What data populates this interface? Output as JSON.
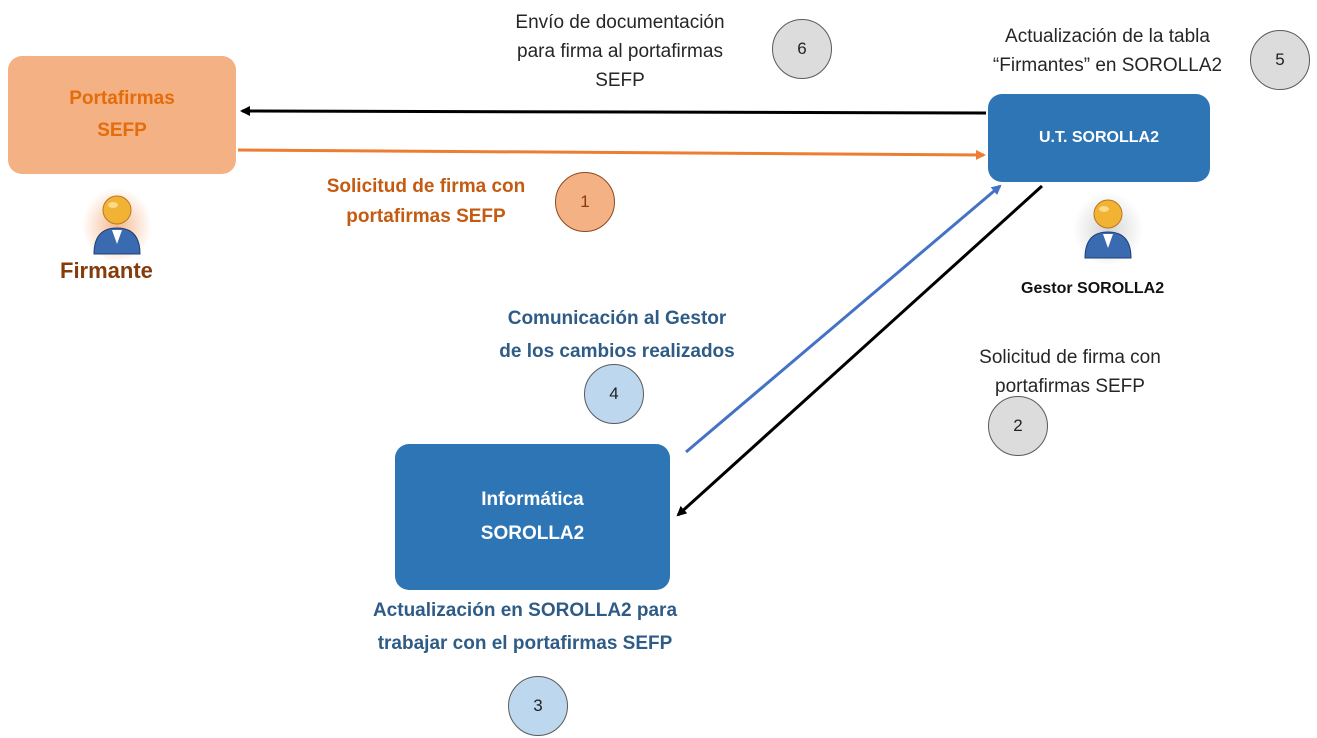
{
  "nodes": {
    "portafirmas": {
      "line1": "Portafirmas",
      "line2": "SEFP"
    },
    "ut_sorolla": {
      "label": "U.T. SOROLLA2"
    },
    "informatica": {
      "line1": "Informática",
      "line2": "SOROLLA2"
    }
  },
  "actors": {
    "firmante": "Firmante",
    "gestor": "Gestor SOROLLA2"
  },
  "steps": [
    {
      "number": "1",
      "lines": [
        "Solicitud de firma con",
        "portafirmas SEFP"
      ]
    },
    {
      "number": "2",
      "lines": [
        "Solicitud de firma con",
        "portafirmas SEFP"
      ]
    },
    {
      "number": "3",
      "lines": [
        "Actualización en SOROLLA2 para",
        "trabajar con el portafirmas SEFP"
      ]
    },
    {
      "number": "4",
      "lines": [
        "Comunicación al Gestor",
        "de los cambios realizados"
      ]
    },
    {
      "number": "5",
      "lines": [
        "Actualización de la tabla",
        "“Firmantes” en SOROLLA2"
      ]
    },
    {
      "number": "6",
      "lines": [
        "Envío de documentación",
        "para firma al portafirmas",
        "SEFP"
      ]
    }
  ],
  "colors": {
    "orange_arrow": "#ed7d31",
    "blue_arrow": "#4472c4",
    "black_arrow": "#000000",
    "box_blue": "#2e75b6",
    "box_orange": "#f4b183"
  },
  "icons": {
    "firmante": "person-icon",
    "gestor": "person-icon"
  }
}
